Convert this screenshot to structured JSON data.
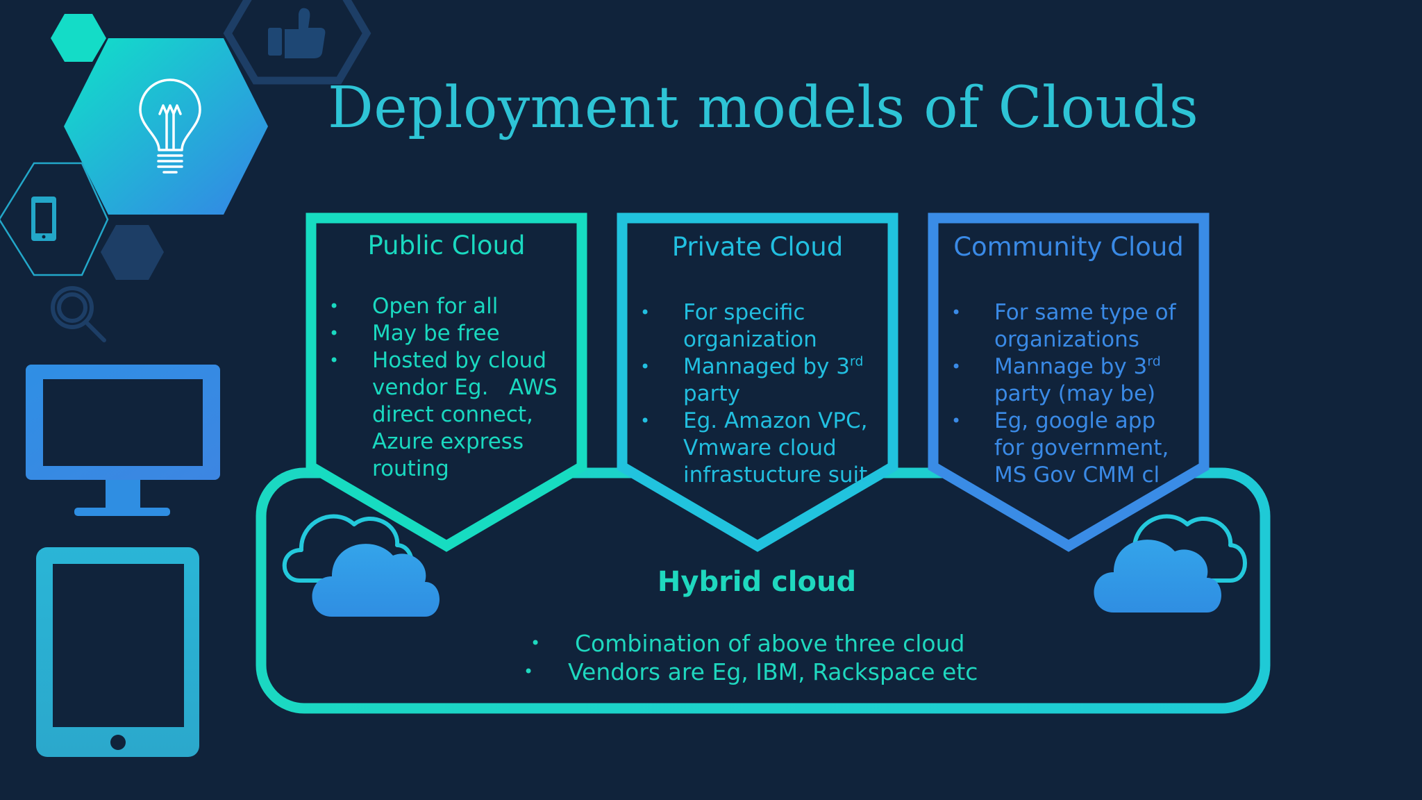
{
  "slide": {
    "title": "Deployment models of Clouds"
  },
  "boxes": [
    {
      "title": "Public Cloud",
      "bullets": [
        "Open for all",
        "May be free",
        "Hosted by cloud vendor Eg.   AWS direct connect, Azure express routing"
      ]
    },
    {
      "title": "Private Cloud",
      "bullets": [
        "For specific organization",
        "Mannaged by 3",
        "rd",
        " party",
        "Eg. Amazon VPC, Vmware cloud infrastucture suit"
      ]
    },
    {
      "title": "Community Cloud",
      "bullets": [
        "For same type of organizations",
        "Mannage by 3",
        "rd",
        " party (may be)",
        "Eg, google app for government,  MS Gov CMM cl"
      ]
    }
  ],
  "hybrid": {
    "title": "Hybrid cloud",
    "bullets": [
      "Combination of above three cloud",
      "Vendors are Eg, IBM, Rackspace etc"
    ]
  },
  "colors": {
    "background": "#10233b",
    "teal": "#1ad9c0",
    "cyan": "#22bfe0",
    "blue": "#3a8ae6",
    "title": "#2ec4d6"
  },
  "icons": [
    "lightbulb-icon",
    "thumbs-up-icon",
    "phone-icon",
    "magnifier-icon",
    "monitor-icon",
    "tablet-icon",
    "cloud-icon"
  ]
}
